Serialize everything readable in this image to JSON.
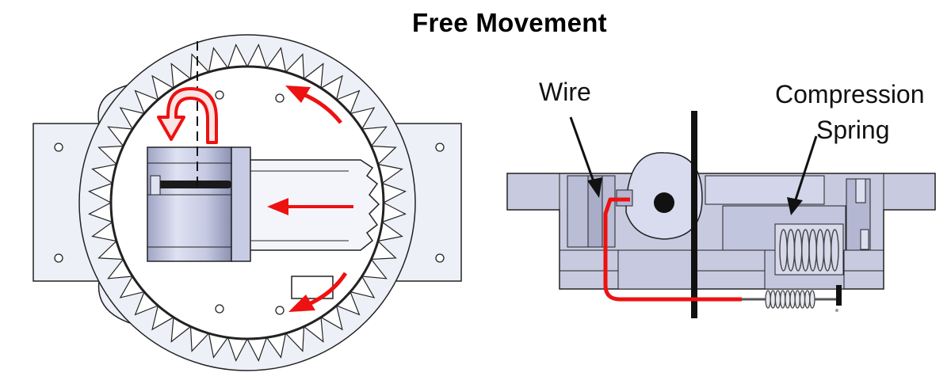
{
  "title": "Free Movement",
  "labels": {
    "wire": "Wire",
    "compression_line1": "Compression",
    "compression_line2": "Spring"
  },
  "colors": {
    "red": "#ee1111",
    "part_fill": "#c8cbe0",
    "part_shade": "#a9adc7",
    "plate_fill": "#eef0f8",
    "stroke": "#222222"
  }
}
